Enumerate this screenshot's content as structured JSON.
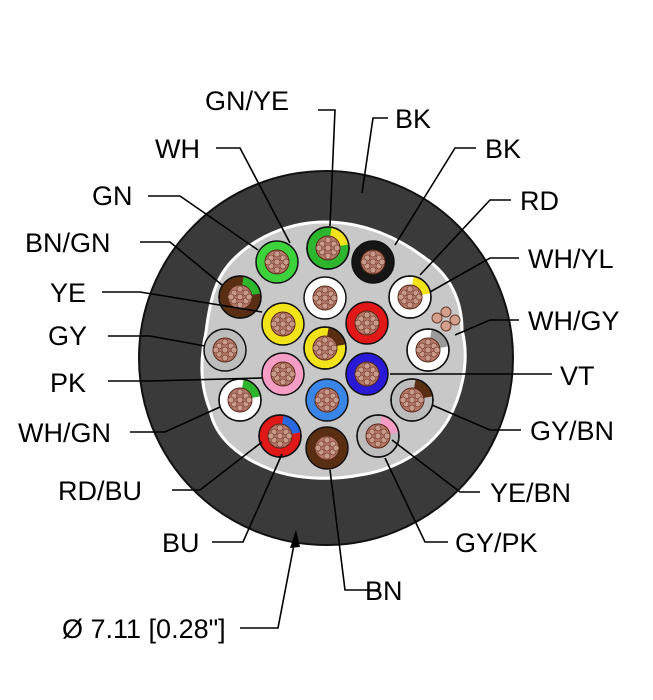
{
  "diagram": {
    "jacket_color": "#3a3a3a",
    "filler_color": "#c8c8c8",
    "copper_color": "#c89a8a",
    "dimension_label": "Ø 7.11 [0.28\"]",
    "conductors": [
      {
        "id": "gn-ye",
        "label": "GN/YE",
        "base": "#2db52d",
        "stripe": "#f2e21a"
      },
      {
        "id": "bk-1",
        "label": "BK",
        "base": "#151515",
        "stripe": ""
      },
      {
        "id": "bk-2",
        "label": "BK",
        "base": "#151515",
        "stripe": ""
      },
      {
        "id": "wh",
        "label": "WH",
        "base": "#ffffff",
        "stripe": ""
      },
      {
        "id": "gn",
        "label": "GN",
        "base": "#3cd23c",
        "stripe": ""
      },
      {
        "id": "rd",
        "label": "RD",
        "base": "#e01818",
        "stripe": ""
      },
      {
        "id": "bn-gn",
        "label": "BN/GN",
        "base": "#5a2e12",
        "stripe": "#2db52d"
      },
      {
        "id": "wh-yl",
        "label": "WH/YL",
        "base": "#ffffff",
        "stripe": "#f2e21a"
      },
      {
        "id": "ye",
        "label": "YE",
        "base": "#f2e21a",
        "stripe": ""
      },
      {
        "id": "wh-gy",
        "label": "WH/GY",
        "base": "#ffffff",
        "stripe": "#9a9a9a"
      },
      {
        "id": "gy",
        "label": "GY",
        "base": "#bdbdbd",
        "stripe": ""
      },
      {
        "id": "vt",
        "label": "VT",
        "base": "#2a1ad8",
        "stripe": ""
      },
      {
        "id": "pk",
        "label": "PK",
        "base": "#f49ec6",
        "stripe": ""
      },
      {
        "id": "gy-bn",
        "label": "GY/BN",
        "base": "#bdbdbd",
        "stripe": "#5a2e12"
      },
      {
        "id": "wh-gn",
        "label": "WH/GN",
        "base": "#ffffff",
        "stripe": "#2db52d"
      },
      {
        "id": "ye-bn",
        "label": "YE/BN",
        "base": "#f2e21a",
        "stripe": "#5a2e12"
      },
      {
        "id": "rd-bu",
        "label": "RD/BU",
        "base": "#e01818",
        "stripe": "#2a6ae0"
      },
      {
        "id": "gy-pk",
        "label": "GY/PK",
        "base": "#bdbdbd",
        "stripe": "#f49ec6"
      },
      {
        "id": "bu",
        "label": "BU",
        "base": "#3a86e8",
        "stripe": ""
      },
      {
        "id": "bn",
        "label": "BN",
        "base": "#5a2e12",
        "stripe": ""
      }
    ]
  }
}
